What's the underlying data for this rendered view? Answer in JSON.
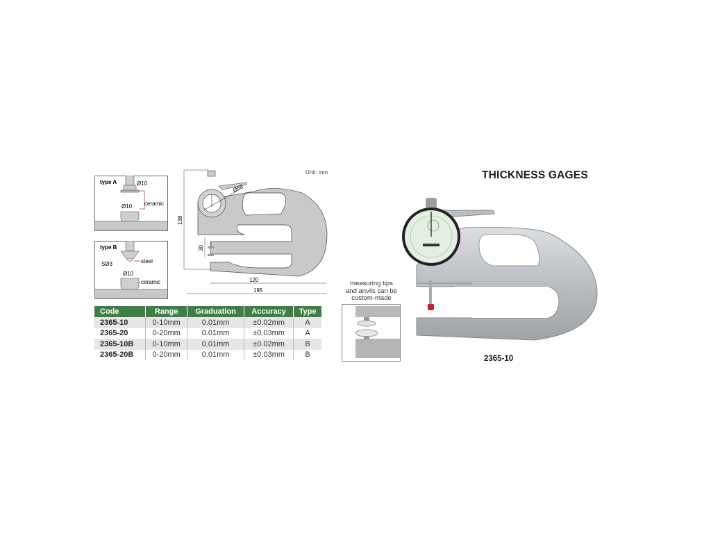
{
  "title": "THICKNESS GAGES",
  "unit_label": "Unit: mm",
  "type_a": {
    "label": "type A",
    "top_dia": "Ø10",
    "bottom_dia": "Ø10",
    "material": "ceramic"
  },
  "type_b": {
    "label": "type B",
    "tip": "SØ3",
    "tip_material": "steel",
    "anvil_dia": "Ø10",
    "anvil_material": "ceramic"
  },
  "dimensions": {
    "height": "138",
    "dial_dia": "Ø58",
    "throat_gap": "30",
    "throat_depth": "120",
    "length": "195"
  },
  "table": {
    "headers": [
      "Code",
      "Range",
      "Graduation",
      "Accuracy",
      "Type"
    ],
    "rows": [
      [
        "2365-10",
        "0-10mm",
        "0.01mm",
        "±0.02mm",
        "A"
      ],
      [
        "2365-20",
        "0-20mm",
        "0.01mm",
        "±0.03mm",
        "A"
      ],
      [
        "2365-10B",
        "0-10mm",
        "0.01mm",
        "±0.02mm",
        "B"
      ],
      [
        "2365-20B",
        "0-20mm",
        "0.01mm",
        "±0.03mm",
        "B"
      ]
    ]
  },
  "inset_caption": [
    "measuring tips",
    "and anvils can be",
    "custom-made"
  ],
  "product_model": "2365-10",
  "colors": {
    "table_header": "#3e7f46",
    "row_alt": "#e6e6e6",
    "body_gray": "#c8c8c8",
    "red_collar": "#c8202a"
  }
}
